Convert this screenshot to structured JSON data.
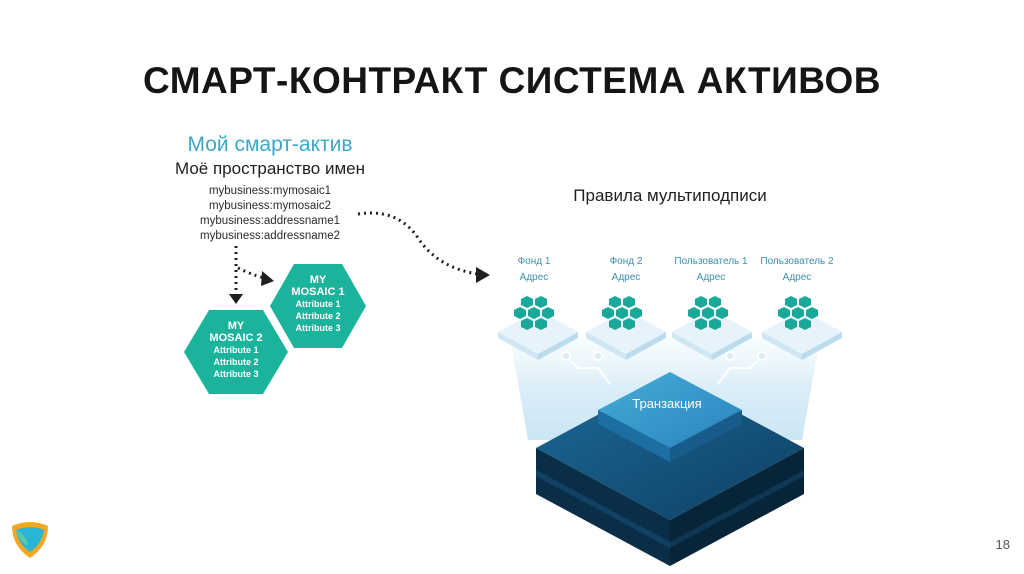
{
  "slide": {
    "title": "СМАРТ-КОНТРАКТ СИСТЕМА АКТИВОВ",
    "page_number": "18"
  },
  "asset": {
    "title": "Мой смарт-актив",
    "namespace_title": "Моё пространство имен",
    "namespace_items": [
      "mybusiness:mymosaic1",
      "mybusiness:mymosaic2",
      "mybusiness:addressname1",
      "mybusiness:addressname2"
    ]
  },
  "mosaics": [
    {
      "line1": "MY",
      "line2": "MOSAIC 1",
      "attributes": [
        "Attribute 1",
        "Attribute 2",
        "Attribute 3"
      ]
    },
    {
      "line1": "MY",
      "line2": "MOSAIC 2",
      "attributes": [
        "Attribute 1",
        "Attribute 2",
        "Attribute 3"
      ]
    }
  ],
  "multisig": {
    "title": "Правила мультиподписи",
    "nodes": [
      {
        "name": "Фонд 1",
        "sub": "Адрес"
      },
      {
        "name": "Фонд 2",
        "sub": "Адрес"
      },
      {
        "name": "Пользователь 1",
        "sub": "Адрес"
      },
      {
        "name": "Пользователь 2",
        "sub": "Адрес"
      }
    ],
    "transaction_label": "Транзакция"
  },
  "colors": {
    "hex_teal": "#1bb39b",
    "cell_teal": "#1aa89a",
    "title_blue": "#3aa9c9",
    "platform_dark": "#0c3552",
    "platform_top": "#1a5f8e",
    "tx_block": "#2e93c9"
  },
  "logo": {
    "icon": "nem-logo-icon"
  }
}
